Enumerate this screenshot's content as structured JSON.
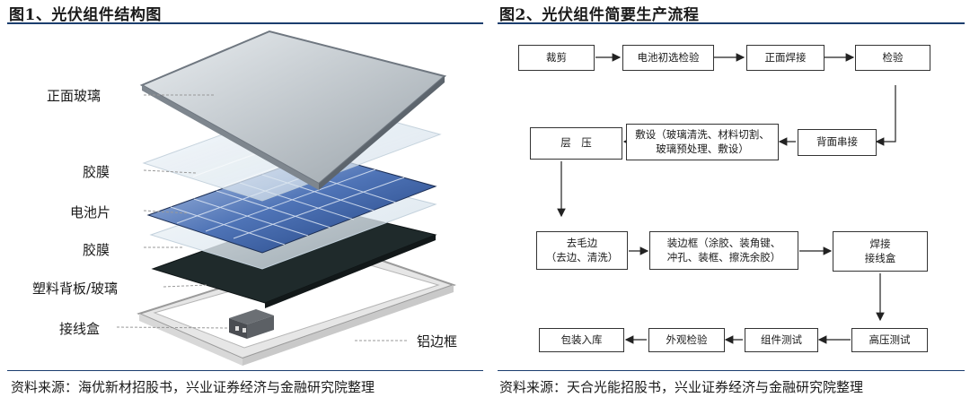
{
  "left": {
    "title": "图1、光伏组件结构图",
    "labels": {
      "glass": "正面玻璃",
      "eva1": "胶膜",
      "cell": "电池片",
      "eva2": "胶膜",
      "backsheet": "塑料背板/玻璃",
      "junction_box": "接线盒",
      "frame": "铝边框"
    },
    "source": "资料来源：海优新材招股书，兴业证券经济与金融研究院整理"
  },
  "right": {
    "title": "图2、光伏组件简要生产流程",
    "steps": {
      "cut": "裁剪",
      "cell_check": "电池初选检验",
      "front_weld": "正面焊接",
      "inspect": "检验",
      "back_string": "背面串接",
      "lay_line1": "敷设（玻璃清洗、材料切割、",
      "lay_line2": "玻璃预处理、敷设）",
      "laminate": "层　压",
      "trim_line1": "去毛边",
      "trim_line2": "（去边、清洗）",
      "frame_line1": "装边框（涂胶、装角键、",
      "frame_line2": "冲孔、装框、擦洗余胶）",
      "jb_line1": "焊接",
      "jb_line2": "接线盒",
      "hv_test": "高压测试",
      "module_test": "组件测试",
      "visual": "外观检验",
      "pack": "包装入库"
    },
    "source": "资料来源：天合光能招股书，兴业证券经济与金融研究院整理"
  }
}
